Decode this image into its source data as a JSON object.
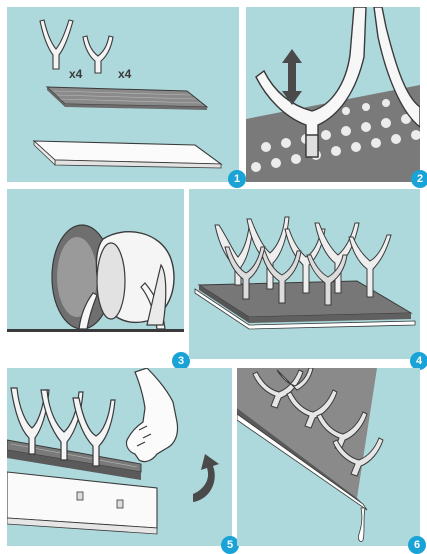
{
  "steps": [
    {
      "number": "1",
      "parts": [
        {
          "quantity": "x4"
        },
        {
          "quantity": "x4"
        }
      ]
    },
    {
      "number": "2"
    },
    {
      "number": "3"
    },
    {
      "number": "4"
    },
    {
      "number": "5"
    },
    {
      "number": "6"
    }
  ],
  "colors": {
    "panel_background": "#aed9dc",
    "badge": "#1aa3d6",
    "product_white": "#f7f7f7",
    "product_dark": "#555555",
    "outline": "#3a3a3a"
  },
  "icons": [
    "wide-prong-icon",
    "narrow-prong-icon",
    "drying-grid-icon",
    "drip-tray-icon",
    "vertical-arrow-icon",
    "curved-arrow-icon",
    "hand-icon",
    "water-drip-icon"
  ]
}
